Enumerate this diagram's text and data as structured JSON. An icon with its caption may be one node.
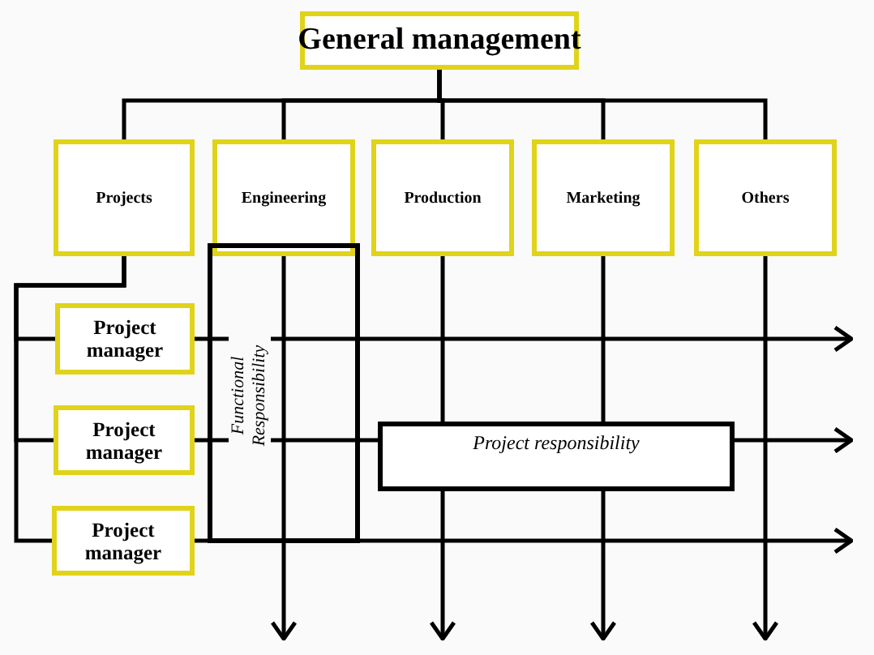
{
  "diagram": {
    "nodes": [
      {
        "text": [
          "General management"
        ]
      },
      {
        "text": [
          "Projects"
        ]
      },
      {
        "text": [
          "Engineering"
        ]
      },
      {
        "text": [
          "Production"
        ]
      },
      {
        "text": [
          "Marketing"
        ]
      },
      {
        "text": [
          "Others"
        ]
      },
      {
        "text": [
          "Project manager"
        ]
      },
      {
        "text": [
          "Project manager"
        ]
      },
      {
        "text": [
          "Project manager"
        ]
      },
      {
        "text": [
          "Functional Responsibility"
        ]
      },
      {
        "text": [
          "Project responsibility"
        ]
      }
    ],
    "edges": [
      {
        "from": 0,
        "to": 1,
        "arrow": "none"
      },
      {
        "from": 0,
        "to": 2,
        "arrow": "none"
      },
      {
        "from": 0,
        "to": 3,
        "arrow": "none"
      },
      {
        "from": 0,
        "to": 4,
        "arrow": "none"
      },
      {
        "from": 0,
        "to": 5,
        "arrow": "none"
      },
      {
        "from": 1,
        "to": 6,
        "arrow": "none"
      },
      {
        "from": 1,
        "to": 7,
        "arrow": "none"
      },
      {
        "from": 1,
        "to": 8,
        "arrow": "none"
      },
      {
        "from": 6,
        "to": null,
        "arrow": "to"
      },
      {
        "from": 7,
        "to": null,
        "arrow": "to"
      },
      {
        "from": 8,
        "to": null,
        "arrow": "to"
      },
      {
        "from": 2,
        "to": null,
        "arrow": "to"
      },
      {
        "from": 3,
        "to": null,
        "arrow": "to"
      },
      {
        "from": 4,
        "to": null,
        "arrow": "to"
      },
      {
        "from": 5,
        "to": null,
        "arrow": "to"
      }
    ]
  }
}
